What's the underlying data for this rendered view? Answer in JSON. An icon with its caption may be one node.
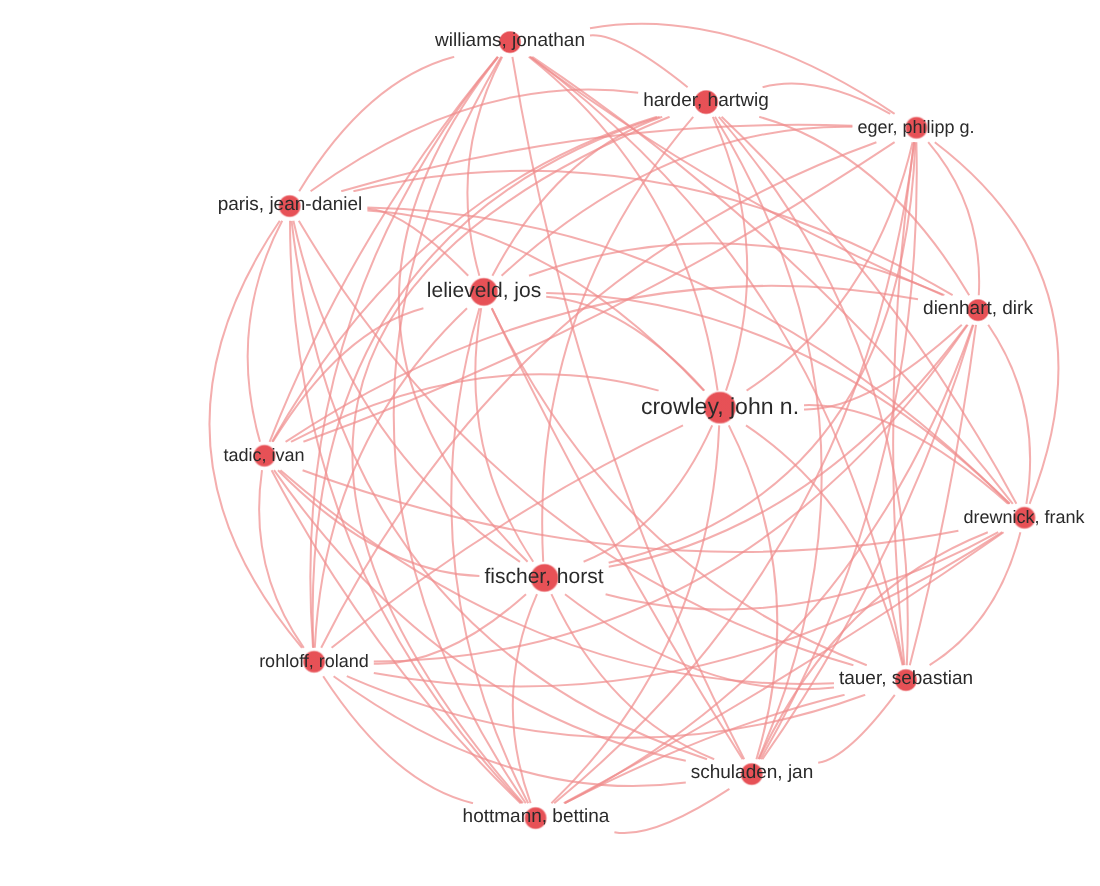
{
  "diagram": {
    "nodes": [
      {
        "text": [
          "williams, jonathan"
        ]
      },
      {
        "text": [
          "harder, hartwig"
        ]
      },
      {
        "text": [
          "eger, philipp g."
        ]
      },
      {
        "text": [
          "paris, jean-daniel"
        ]
      },
      {
        "text": [
          "lelieveld, jos"
        ]
      },
      {
        "text": [
          "dienhart, dirk"
        ]
      },
      {
        "text": [
          "crowley, john n."
        ]
      },
      {
        "text": [
          "tadic, ivan"
        ]
      },
      {
        "text": [
          "drewnick, frank"
        ]
      },
      {
        "text": [
          "fischer, horst"
        ]
      },
      {
        "text": [
          "rohloff, roland"
        ]
      },
      {
        "text": [
          "tauer, sebastian"
        ]
      },
      {
        "text": [
          "schuladen, jan"
        ]
      },
      {
        "text": [
          "hottmann, bettina"
        ]
      }
    ],
    "edges": [
      {
        "from": 0,
        "to": 1,
        "arrow": "none"
      },
      {
        "from": 0,
        "to": 2,
        "arrow": "none"
      },
      {
        "from": 0,
        "to": 3,
        "arrow": "none"
      },
      {
        "from": 0,
        "to": 4,
        "arrow": "none"
      },
      {
        "from": 0,
        "to": 5,
        "arrow": "none"
      },
      {
        "from": 0,
        "to": 6,
        "arrow": "none"
      },
      {
        "from": 0,
        "to": 7,
        "arrow": "none"
      },
      {
        "from": 0,
        "to": 8,
        "arrow": "none"
      },
      {
        "from": 0,
        "to": 9,
        "arrow": "none"
      },
      {
        "from": 0,
        "to": 10,
        "arrow": "none"
      },
      {
        "from": 0,
        "to": 11,
        "arrow": "none"
      },
      {
        "from": 0,
        "to": 12,
        "arrow": "none"
      },
      {
        "from": 0,
        "to": 13,
        "arrow": "none"
      },
      {
        "from": 1,
        "to": 2,
        "arrow": "none"
      },
      {
        "from": 1,
        "to": 3,
        "arrow": "none"
      },
      {
        "from": 1,
        "to": 4,
        "arrow": "none"
      },
      {
        "from": 1,
        "to": 5,
        "arrow": "none"
      },
      {
        "from": 1,
        "to": 6,
        "arrow": "none"
      },
      {
        "from": 1,
        "to": 7,
        "arrow": "none"
      },
      {
        "from": 1,
        "to": 8,
        "arrow": "none"
      },
      {
        "from": 1,
        "to": 9,
        "arrow": "none"
      },
      {
        "from": 1,
        "to": 10,
        "arrow": "none"
      },
      {
        "from": 1,
        "to": 11,
        "arrow": "none"
      },
      {
        "from": 1,
        "to": 12,
        "arrow": "none"
      },
      {
        "from": 1,
        "to": 13,
        "arrow": "none"
      },
      {
        "from": 2,
        "to": 3,
        "arrow": "none"
      },
      {
        "from": 2,
        "to": 4,
        "arrow": "none"
      },
      {
        "from": 2,
        "to": 5,
        "arrow": "none"
      },
      {
        "from": 2,
        "to": 6,
        "arrow": "none"
      },
      {
        "from": 2,
        "to": 7,
        "arrow": "none"
      },
      {
        "from": 2,
        "to": 8,
        "arrow": "none"
      },
      {
        "from": 2,
        "to": 9,
        "arrow": "none"
      },
      {
        "from": 2,
        "to": 10,
        "arrow": "none"
      },
      {
        "from": 2,
        "to": 11,
        "arrow": "none"
      },
      {
        "from": 2,
        "to": 12,
        "arrow": "none"
      },
      {
        "from": 2,
        "to": 13,
        "arrow": "none"
      },
      {
        "from": 3,
        "to": 4,
        "arrow": "none"
      },
      {
        "from": 3,
        "to": 5,
        "arrow": "none"
      },
      {
        "from": 3,
        "to": 6,
        "arrow": "none"
      },
      {
        "from": 3,
        "to": 7,
        "arrow": "none"
      },
      {
        "from": 3,
        "to": 8,
        "arrow": "none"
      },
      {
        "from": 3,
        "to": 9,
        "arrow": "none"
      },
      {
        "from": 3,
        "to": 10,
        "arrow": "none"
      },
      {
        "from": 3,
        "to": 11,
        "arrow": "none"
      },
      {
        "from": 3,
        "to": 12,
        "arrow": "none"
      },
      {
        "from": 3,
        "to": 13,
        "arrow": "none"
      },
      {
        "from": 4,
        "to": 5,
        "arrow": "none"
      },
      {
        "from": 4,
        "to": 6,
        "arrow": "none"
      },
      {
        "from": 4,
        "to": 7,
        "arrow": "none"
      },
      {
        "from": 4,
        "to": 8,
        "arrow": "none"
      },
      {
        "from": 4,
        "to": 9,
        "arrow": "none"
      },
      {
        "from": 4,
        "to": 10,
        "arrow": "none"
      },
      {
        "from": 4,
        "to": 11,
        "arrow": "none"
      },
      {
        "from": 4,
        "to": 12,
        "arrow": "none"
      },
      {
        "from": 4,
        "to": 13,
        "arrow": "none"
      },
      {
        "from": 5,
        "to": 6,
        "arrow": "none"
      },
      {
        "from": 5,
        "to": 7,
        "arrow": "none"
      },
      {
        "from": 5,
        "to": 8,
        "arrow": "none"
      },
      {
        "from": 5,
        "to": 9,
        "arrow": "none"
      },
      {
        "from": 5,
        "to": 10,
        "arrow": "none"
      },
      {
        "from": 5,
        "to": 11,
        "arrow": "none"
      },
      {
        "from": 5,
        "to": 12,
        "arrow": "none"
      },
      {
        "from": 5,
        "to": 13,
        "arrow": "none"
      },
      {
        "from": 6,
        "to": 7,
        "arrow": "none"
      },
      {
        "from": 6,
        "to": 8,
        "arrow": "none"
      },
      {
        "from": 6,
        "to": 9,
        "arrow": "none"
      },
      {
        "from": 6,
        "to": 10,
        "arrow": "none"
      },
      {
        "from": 6,
        "to": 11,
        "arrow": "none"
      },
      {
        "from": 6,
        "to": 12,
        "arrow": "none"
      },
      {
        "from": 6,
        "to": 13,
        "arrow": "none"
      },
      {
        "from": 7,
        "to": 8,
        "arrow": "none"
      },
      {
        "from": 7,
        "to": 9,
        "arrow": "none"
      },
      {
        "from": 7,
        "to": 10,
        "arrow": "none"
      },
      {
        "from": 7,
        "to": 11,
        "arrow": "none"
      },
      {
        "from": 7,
        "to": 12,
        "arrow": "none"
      },
      {
        "from": 7,
        "to": 13,
        "arrow": "none"
      },
      {
        "from": 8,
        "to": 9,
        "arrow": "none"
      },
      {
        "from": 8,
        "to": 10,
        "arrow": "none"
      },
      {
        "from": 8,
        "to": 11,
        "arrow": "none"
      },
      {
        "from": 8,
        "to": 12,
        "arrow": "none"
      },
      {
        "from": 8,
        "to": 13,
        "arrow": "none"
      },
      {
        "from": 9,
        "to": 10,
        "arrow": "none"
      },
      {
        "from": 9,
        "to": 11,
        "arrow": "none"
      },
      {
        "from": 9,
        "to": 12,
        "arrow": "none"
      },
      {
        "from": 9,
        "to": 13,
        "arrow": "none"
      },
      {
        "from": 10,
        "to": 11,
        "arrow": "none"
      },
      {
        "from": 10,
        "to": 12,
        "arrow": "none"
      },
      {
        "from": 10,
        "to": 13,
        "arrow": "none"
      },
      {
        "from": 11,
        "to": 12,
        "arrow": "none"
      },
      {
        "from": 11,
        "to": 13,
        "arrow": "none"
      },
      {
        "from": 12,
        "to": 13,
        "arrow": "none"
      }
    ]
  }
}
